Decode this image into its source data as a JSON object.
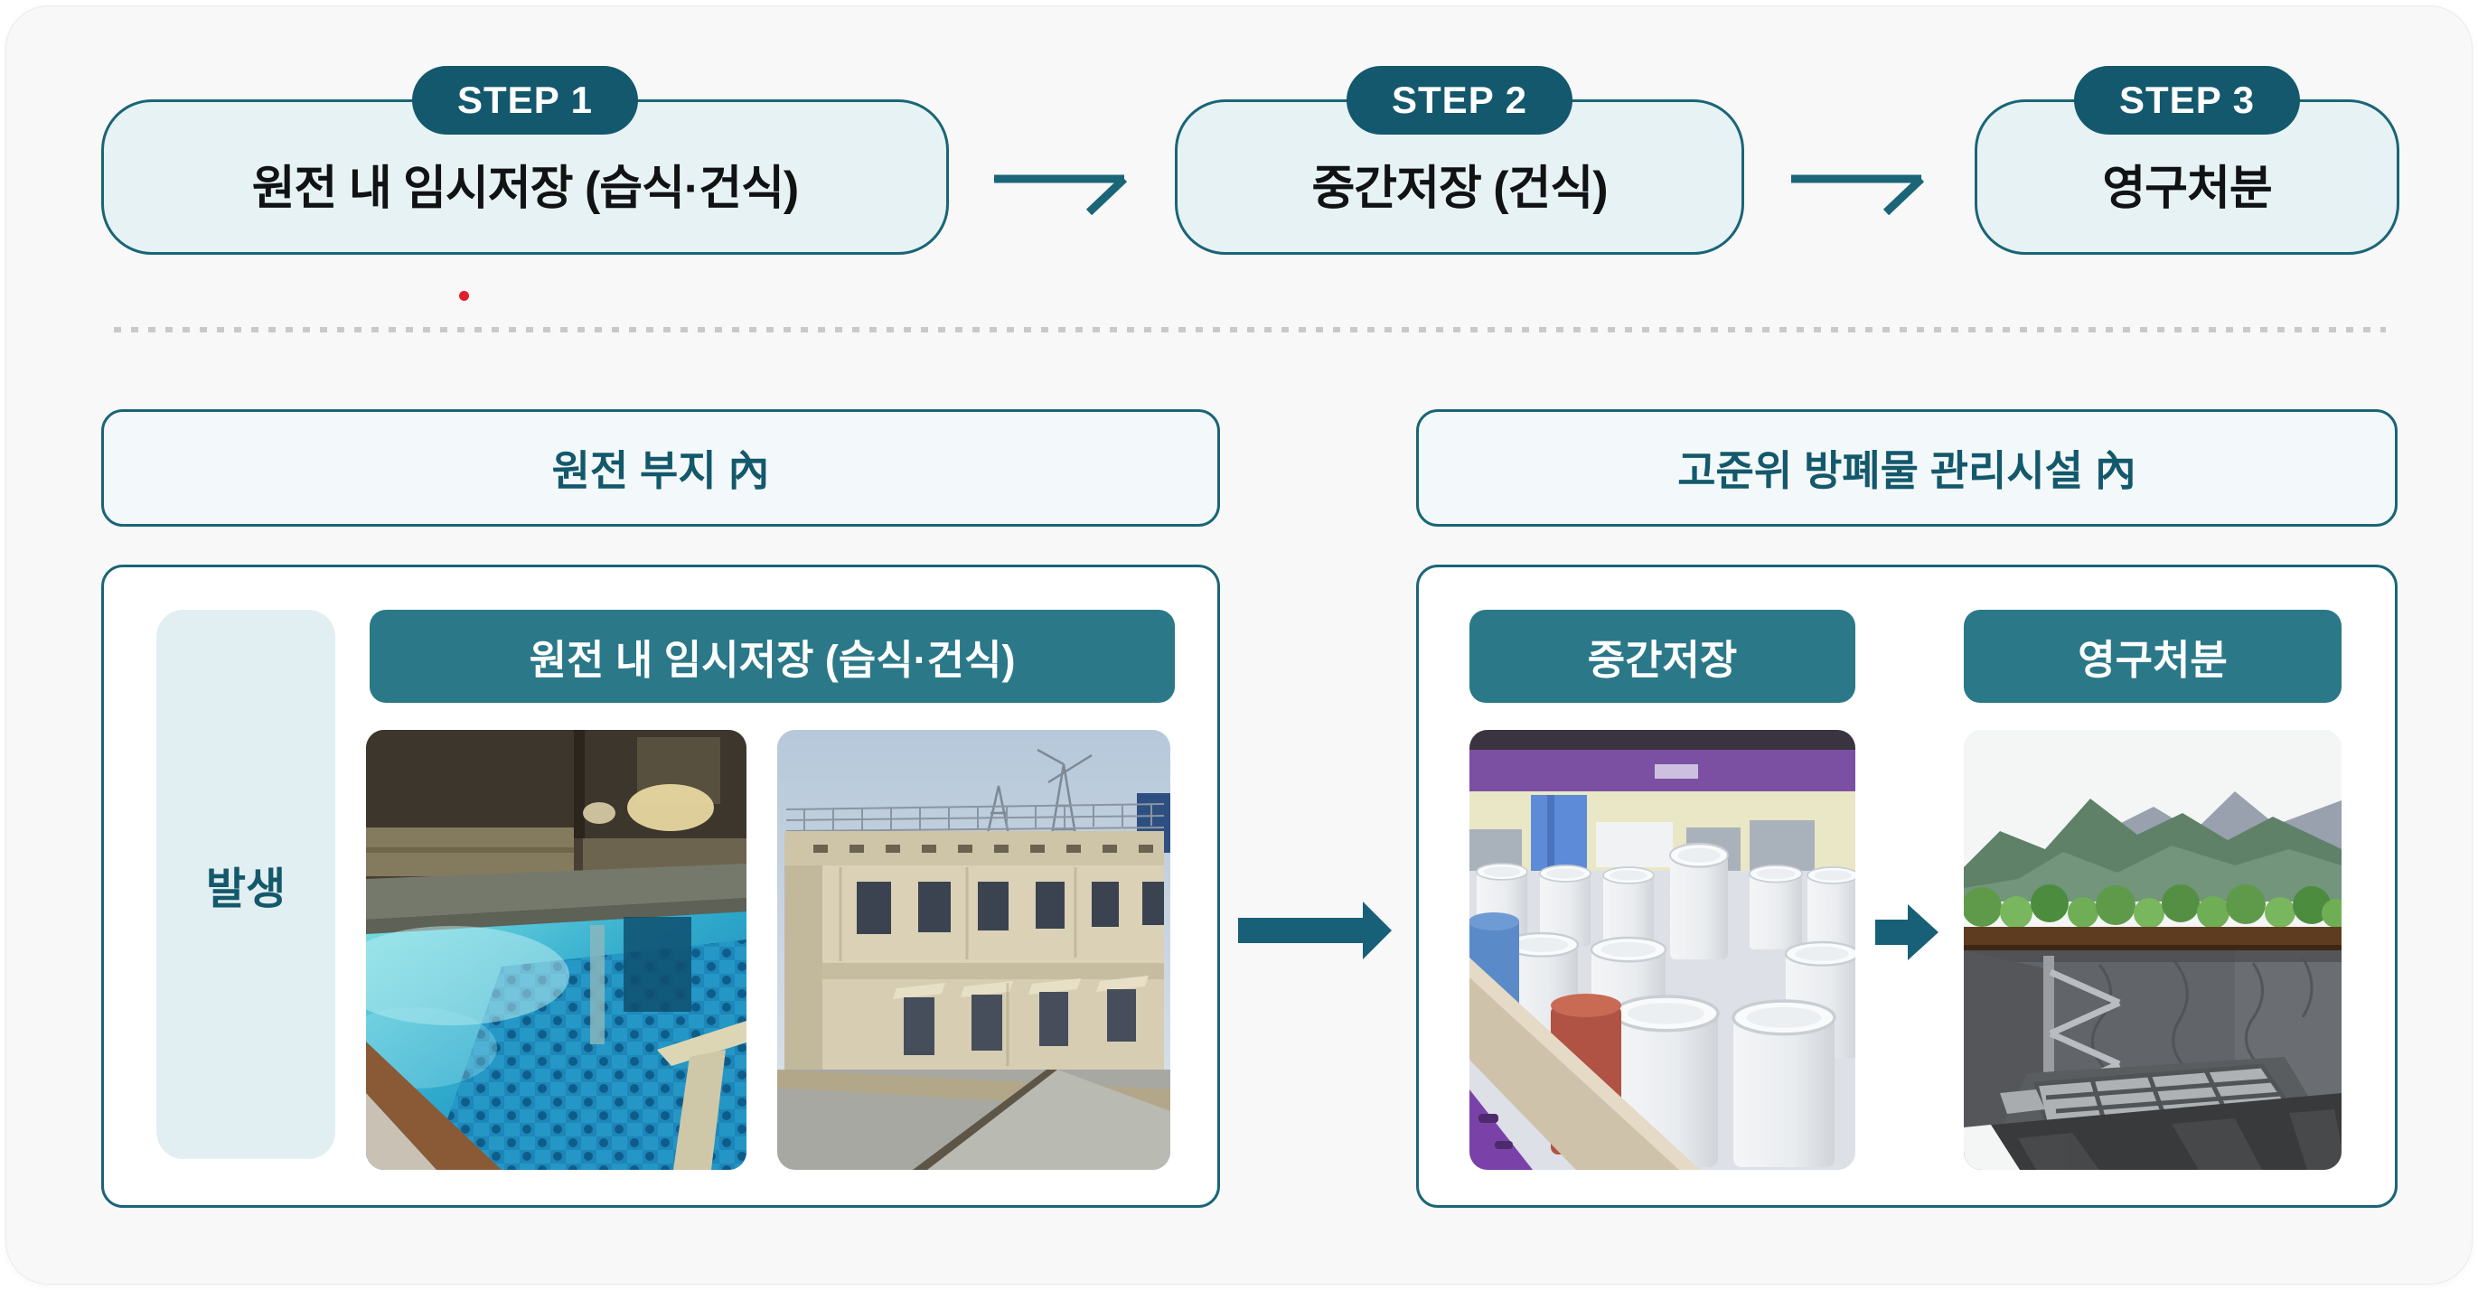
{
  "steps": [
    {
      "badge": "STEP 1",
      "label": "원전 내 임시저장 (습식·건식)"
    },
    {
      "badge": "STEP 2",
      "label": "중간저장 (건식)"
    },
    {
      "badge": "STEP 3",
      "label": "영구처분"
    }
  ],
  "sections": {
    "site": {
      "header": "원전 부지 內",
      "generation_label": "발생",
      "storage_bar": "원전 내 임시저장 (습식·건식)"
    },
    "facility": {
      "header": "고준위 방폐물 관리시설 內",
      "interim_bar": "중간저장",
      "disposal_bar": "영구처분"
    }
  },
  "icons": {
    "step_arrow_1": "right-arrow-outline",
    "step_arrow_2": "right-arrow-outline",
    "site_to_facility_arrow": "right-arrow-solid",
    "interim_to_disposal_arrow": "right-arrow-solid"
  },
  "images": {
    "wet_storage": "spent-fuel-pool-photo",
    "dry_storage": "dry-storage-building-photo",
    "interim_storage": "storage-casks-photo",
    "permanent_disposal": "underground-repository-photo"
  },
  "colors": {
    "badge_teal": "#14586d",
    "bar_teal": "#2a7888",
    "box_fill": "#e7f2f4",
    "border_teal": "#1a6577",
    "heading_teal": "#14586b",
    "pill_fill": "#e2eff2",
    "card_bg": "#f8f8f8",
    "red_dot": "#e11d2e"
  }
}
